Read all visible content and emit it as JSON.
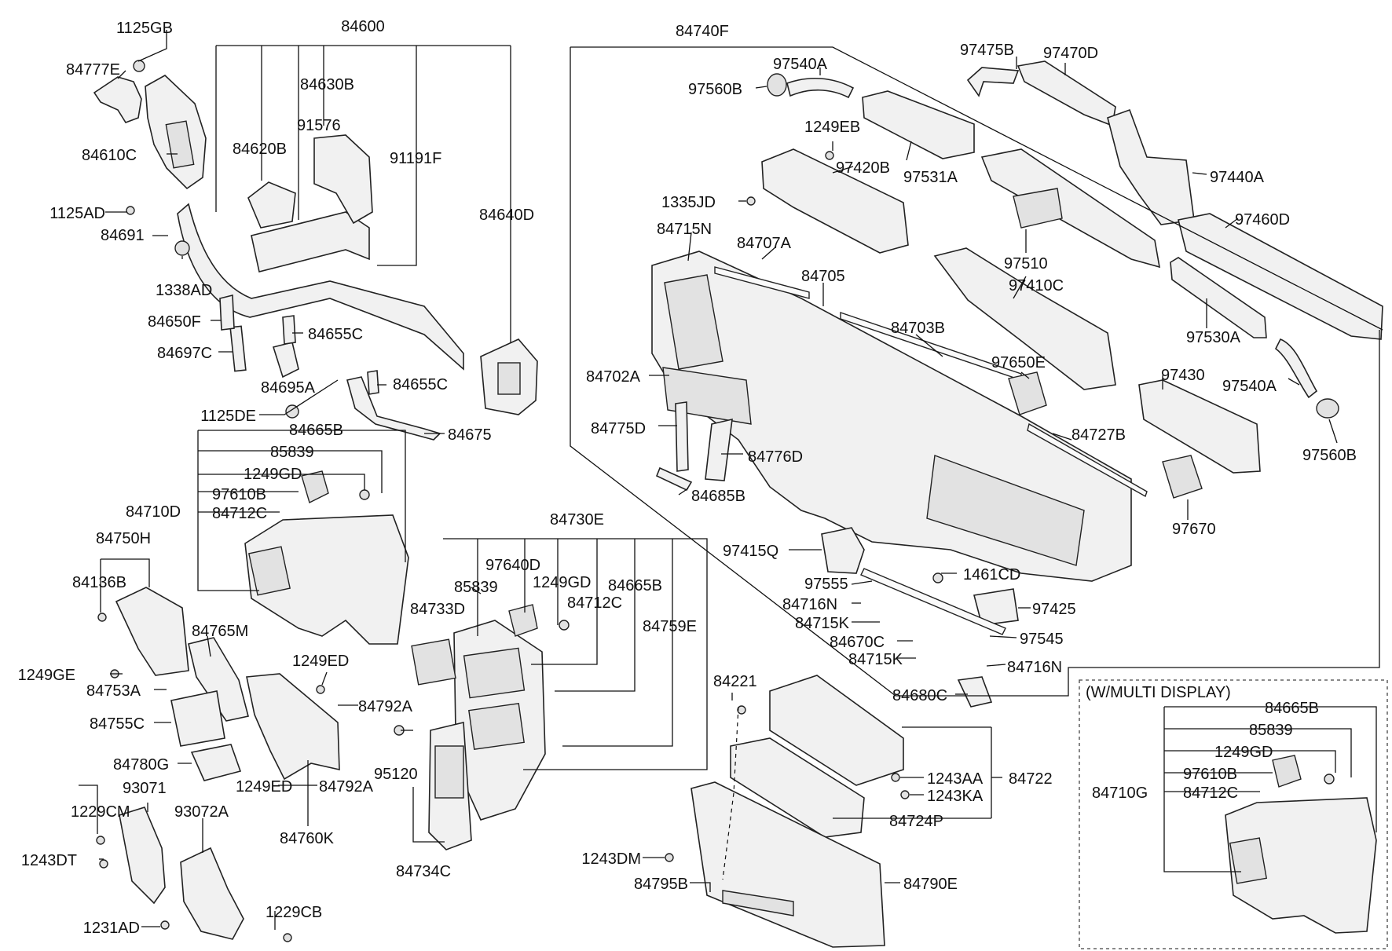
{
  "labels": {
    "l84600": "84600",
    "l1125GB": "1125GB",
    "l84777E": "84777E",
    "l84630B": "84630B",
    "l91576": "91576",
    "l84620B": "84620B",
    "l84610C": "84610C",
    "l91191F": "91191F",
    "l1125AD": "1125AD",
    "l84640D": "84640D",
    "l84691": "84691",
    "l1338AD": "1338AD",
    "l84650F": "84650F",
    "l84655C_1": "84655C",
    "l84697C": "84697C",
    "l84695A": "84695A",
    "l84655C_2": "84655C",
    "l1125DE": "1125DE",
    "l84675": "84675",
    "l84665B_1": "84665B",
    "l85839_1": "85839",
    "l1249GD_1": "1249GD",
    "l97610B_1": "97610B",
    "l84710D": "84710D",
    "l84712C_1": "84712C",
    "l84750H": "84750H",
    "l84136B": "84136B",
    "l84765M": "84765M",
    "l1249GE": "1249GE",
    "l84753A": "84753A",
    "l84755C": "84755C",
    "l84780G": "84780G",
    "l93071": "93071",
    "l1229CM": "1229CM",
    "l93072A": "93072A",
    "l1243DT": "1243DT",
    "l1231AD": "1231AD",
    "l1229CB": "1229CB",
    "l1249ED_1": "1249ED",
    "l84792A_1": "84792A",
    "l1249ED_2": "1249ED",
    "l84792A_2": "84792A",
    "l84760K": "84760K",
    "l84730E": "84730E",
    "l97640D": "97640D",
    "l85839_2": "85839",
    "l1249GD_2": "1249GD",
    "l84665B_2": "84665B",
    "l84733D": "84733D",
    "l84712C_2": "84712C",
    "l84759E": "84759E",
    "l95120": "95120",
    "l84734C": "84734C",
    "l84740F": "84740F",
    "l97475B": "97475B",
    "l97470D": "97470D",
    "l97540A_1": "97540A",
    "l97560B_1": "97560B",
    "l1249EB": "1249EB",
    "l97420B": "97420B",
    "l97531A": "97531A",
    "l97440A": "97440A",
    "l1335JD": "1335JD",
    "l97460D": "97460D",
    "l84715N": "84715N",
    "l84707A": "84707A",
    "l97510": "97510",
    "l84705": "84705",
    "l97410C": "97410C",
    "l97530A": "97530A",
    "l84703B": "84703B",
    "l84702A": "84702A",
    "l97650E": "97650E",
    "l97430": "97430",
    "l97540A_2": "97540A",
    "l84775D": "84775D",
    "l84727B": "84727B",
    "l84776D": "84776D",
    "l97560B_2": "97560B",
    "l84685B": "84685B",
    "l97670": "97670",
    "l97415Q": "97415Q",
    "l97555": "97555",
    "l1461CD": "1461CD",
    "l84716N_1": "84716N",
    "l97425": "97425",
    "l84715K_1": "84715K",
    "l97545": "97545",
    "l84670C": "84670C",
    "l84715K_2": "84715K",
    "l84716N_2": "84716N",
    "l84680C": "84680C",
    "l84221": "84221",
    "l1243AA": "1243AA",
    "l84722": "84722",
    "l1243KA": "1243KA",
    "l84724P": "84724P",
    "l1243DM": "1243DM",
    "l84795B": "84795B",
    "l84790E": "84790E",
    "inset_title": "(W/MULTI DISPLAY)",
    "l84665B_3": "84665B",
    "l85839_3": "85839",
    "l1249GD_3": "1249GD",
    "l97610B_2": "97610B",
    "l84710G": "84710G",
    "l84712C_3": "84712C"
  }
}
